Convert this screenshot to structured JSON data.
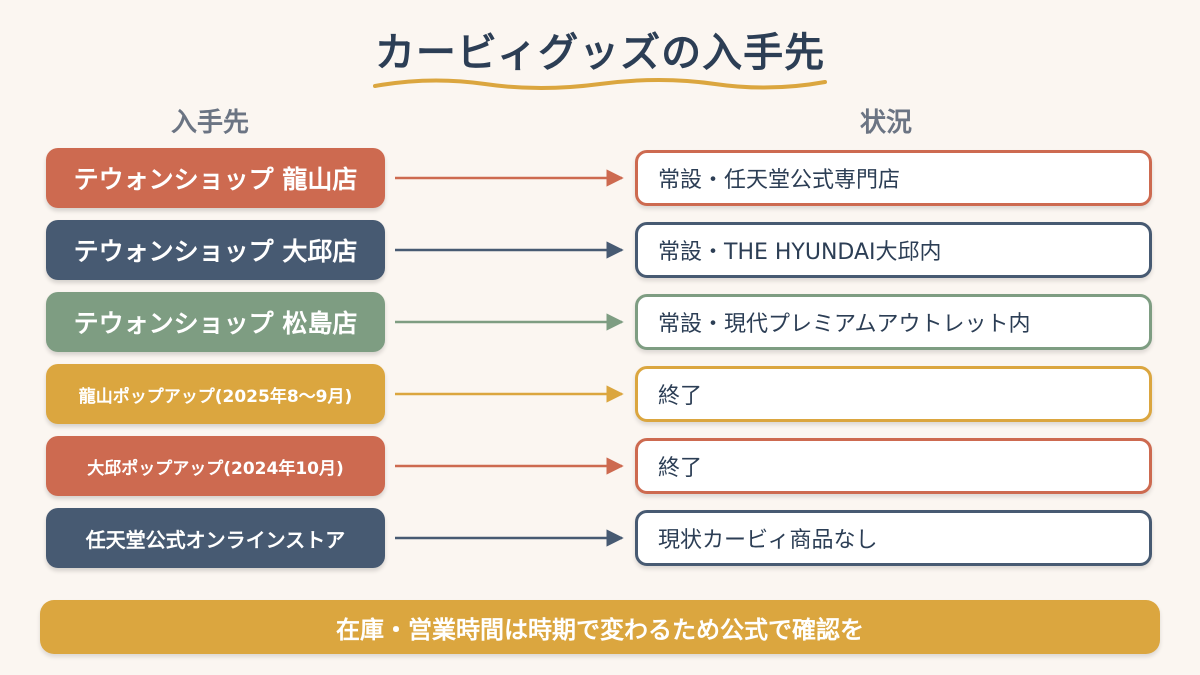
{
  "title": "カービィグッズの入手先",
  "headers": {
    "source": "入手先",
    "status": "状況"
  },
  "colors": {
    "orange": "#cd6a50",
    "navy": "#475a72",
    "green": "#7e9d82",
    "yellow": "#dba63f",
    "title": "#2c3e55"
  },
  "rows": [
    {
      "source": "テウォンショップ 龍山店",
      "status": "常設・任天堂公式専門店",
      "color": "#cd6a50"
    },
    {
      "source": "テウォンショップ 大邱店",
      "status": "常設・THE HYUNDAI大邱内",
      "color": "#475a72"
    },
    {
      "source": "テウォンショップ 松島店",
      "status": "常設・現代プレミアムアウトレット内",
      "color": "#7e9d82"
    },
    {
      "source": "龍山ポップアップ(2025年8～9月)",
      "status": "終了",
      "color": "#dba63f"
    },
    {
      "source": "大邱ポップアップ(2024年10月)",
      "status": "終了",
      "color": "#cd6a50"
    },
    {
      "source": "任天堂公式オンラインストア",
      "status": "現状カービィ商品なし",
      "color": "#475a72"
    }
  ],
  "footer": "在庫・営業時間は時期で変わるため公式で確認を"
}
